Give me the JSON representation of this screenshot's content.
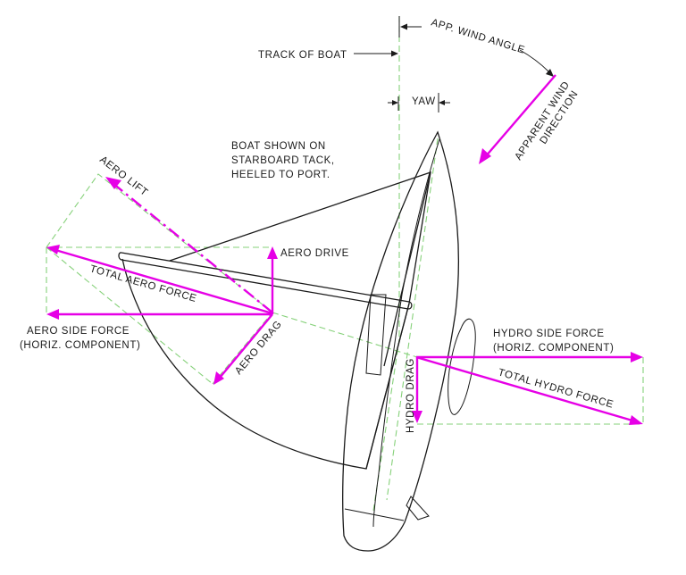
{
  "labels": {
    "track_of_boat": "TRACK OF BOAT",
    "app_wind_angle": "APP. WIND ANGLE",
    "yaw": "YAW",
    "apparent_wind_1": "APPARENT WIND",
    "apparent_wind_2": "DIRECTION",
    "boat_note_1": "BOAT SHOWN ON",
    "boat_note_2": "STARBOARD TACK,",
    "boat_note_3": "HEELED TO PORT.",
    "aero_lift": "AERO LIFT",
    "aero_drive": "AERO DRIVE",
    "total_aero_force": "TOTAL AERO FORCE",
    "aero_side_force_1": "AERO SIDE FORCE",
    "aero_side_force_2": "(HORIZ. COMPONENT)",
    "aero_drag": "AERO DRAG",
    "hydro_side_force_1": "HYDRO SIDE FORCE",
    "hydro_side_force_2": "(HORIZ. COMPONENT)",
    "total_hydro_force": "TOTAL HYDRO FORCE",
    "hydro_drag": "HYDRO DRAG"
  },
  "colors": {
    "force_arrow": "#e600e6",
    "construction_line": "#86d17a",
    "outline": "#1a1a1a"
  }
}
